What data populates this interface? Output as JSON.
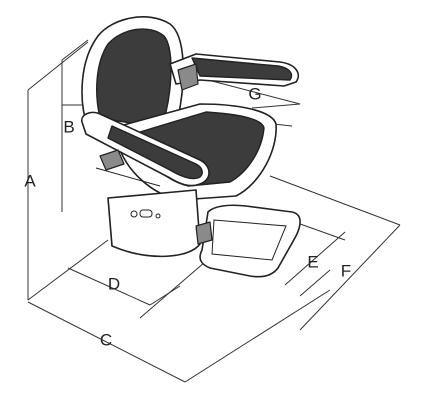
{
  "dimension_labels": {
    "a": "A",
    "b": "B",
    "c": "C",
    "d": "D",
    "e": "E",
    "f": "F",
    "g": "G"
  },
  "colors": {
    "line": "#222222",
    "upholstery": "#3c3c3c",
    "background": "#ffffff"
  }
}
